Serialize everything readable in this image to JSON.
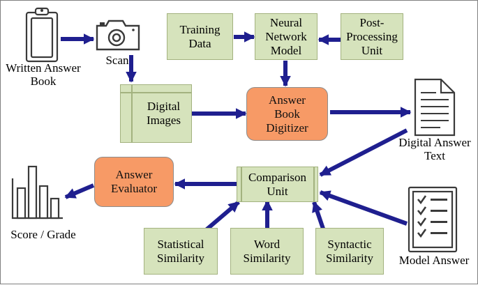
{
  "nodes": {
    "written_answer_book": "Written Answer\nBook",
    "scan": "Scan",
    "training_data": "Training\nData",
    "neural_network_model": "Neural\nNetwork\nModel",
    "post_processing_unit": "Post-\nProcessing\nUnit",
    "digital_images": "Digital\nImages",
    "answer_book_digitizer": "Answer\nBook\nDigitizer",
    "digital_answer_text": "Digital Answer\nText",
    "answer_evaluator": "Answer\nEvaluator",
    "comparison_unit": "Comparison\nUnit",
    "score_grade": "Score / Grade",
    "model_answer": "Model Answer",
    "statistical_similarity": "Statistical\nSimilarity",
    "word_similarity": "Word\nSimilarity",
    "syntactic_similarity": "Syntactic\nSimilarity"
  },
  "icons": [
    "clipboard-icon",
    "camera-icon",
    "document-icon",
    "bar-chart-icon",
    "checklist-icon"
  ],
  "colors": {
    "process_box": "#d6e3bc",
    "process_border": "#a3b27f",
    "core_box": "#f79a66",
    "arrow": "#1f1f8f",
    "icon_stroke": "#3a3a3a"
  }
}
